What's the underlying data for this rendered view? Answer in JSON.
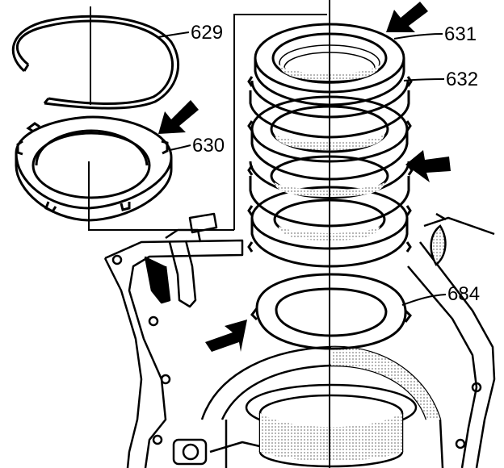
{
  "diagram": {
    "callouts": [
      {
        "id": "c629",
        "label": "629"
      },
      {
        "id": "c630",
        "label": "630"
      },
      {
        "id": "c631",
        "label": "631"
      },
      {
        "id": "c632",
        "label": "632"
      },
      {
        "id": "c684",
        "label": "684"
      }
    ],
    "colors": {
      "ink": "#000000",
      "paper": "#ffffff"
    },
    "arrows_count": 4
  }
}
